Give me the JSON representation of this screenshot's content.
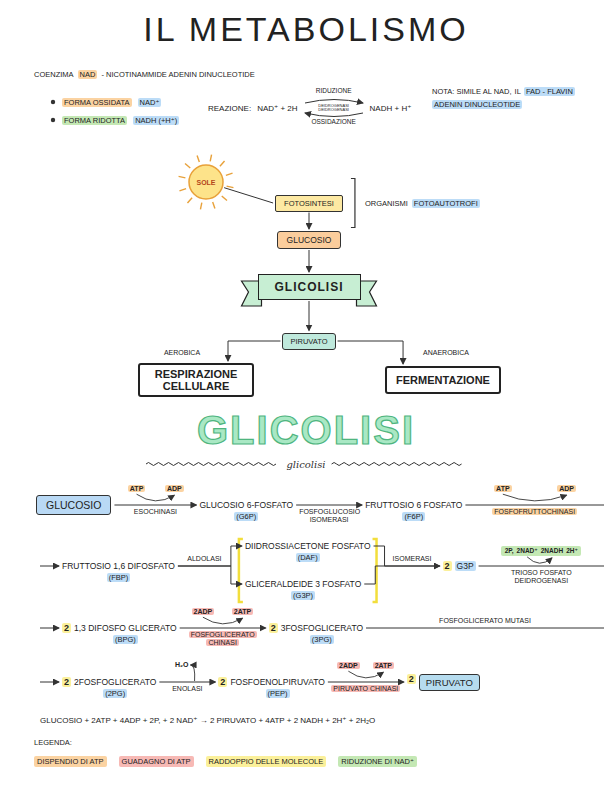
{
  "diagram": {
    "title": "IL METABOLISMO",
    "nodes": [
      {
        "text": [
          "SOLE"
        ]
      },
      {
        "text": [
          "FOTOSINTESI"
        ]
      },
      {
        "text": [
          "GLUCOSIO"
        ]
      },
      {
        "text": [
          "GLICOLISI"
        ]
      },
      {
        "text": [
          "PIRUVATO"
        ]
      },
      {
        "text": [
          "RESPIRAZIONE CELLULARE"
        ]
      },
      {
        "text": [
          "FERMENTAZIONE"
        ]
      },
      {
        "text": [
          "GLUCOSIO"
        ]
      },
      {
        "text": [
          "GLUCOSIO 6-FOSFATO",
          "(G6P)"
        ]
      },
      {
        "text": [
          "FRUTTOSIO 6 FOSFATO",
          "(F6P)"
        ]
      },
      {
        "text": [
          "FRUTTOSIO 1,6 DIFOSFATO",
          "(FBP)"
        ]
      },
      {
        "text": [
          "DIIDROSSIACETONE FOSFATO",
          "(DAF)"
        ]
      },
      {
        "text": [
          "GLICERALDEIDE 3 FOSFATO",
          "(G3P)"
        ]
      },
      {
        "text": [
          "2",
          "G3P"
        ]
      },
      {
        "text": [
          "2",
          "1,3 DIFOSFO GLICERATO",
          "(BPG)"
        ]
      },
      {
        "text": [
          "2",
          "3FOSFOGLICERATO",
          "(3PG)"
        ]
      },
      {
        "text": [
          "2",
          "2FOSFOGLICERATO",
          "(2PG)"
        ]
      },
      {
        "text": [
          "2",
          "FOSFOENOLPIRUVATO",
          "(PEP)"
        ]
      },
      {
        "text": [
          "2",
          "PIRUVATO"
        ]
      }
    ],
    "edges": [
      {
        "from": 0,
        "to": 1,
        "arrow": "none"
      },
      {
        "from": 1,
        "to": 2,
        "arrow": "to"
      },
      {
        "from": 2,
        "to": 3,
        "arrow": "to"
      },
      {
        "from": 3,
        "to": 4,
        "arrow": "to"
      },
      {
        "from": 4,
        "to": 5,
        "arrow": "to"
      },
      {
        "from": 4,
        "to": 6,
        "arrow": "to"
      },
      {
        "from": 7,
        "to": 8,
        "label": "ESOCHINASI",
        "arrow": "to"
      },
      {
        "from": 8,
        "to": 9,
        "label": "FOSFOGLUCOSIO ISOMERASI",
        "arrow": "to"
      },
      {
        "from": 9,
        "to": 10,
        "label": "FOSFOFRUTTOCHINASI",
        "arrow": "to"
      },
      {
        "from": 10,
        "to": 11,
        "label": "ALDOLASI",
        "arrow": "to"
      },
      {
        "from": 10,
        "to": 12,
        "arrow": "to"
      },
      {
        "from": 11,
        "to": 13,
        "label": "ISOMERASI",
        "arrow": "to"
      },
      {
        "from": 12,
        "to": 13,
        "arrow": "to"
      },
      {
        "from": 13,
        "to": 14,
        "label": "TRIOSO FOSFATO DEIDROGENASI",
        "arrow": "to"
      },
      {
        "from": 14,
        "to": 15,
        "label": "FOSFOGLICERATO CHINASI",
        "arrow": "to"
      },
      {
        "from": 15,
        "to": 16,
        "label": "FOSFOGLICERATO MUTASI",
        "arrow": "to"
      },
      {
        "from": 16,
        "to": 17,
        "label": "ENOLASI",
        "arrow": "to"
      },
      {
        "from": 17,
        "to": 18,
        "label": "PIRUVATO CHINASI",
        "arrow": "to"
      }
    ],
    "labels": [
      "COENZIMA",
      "NAD",
      "- NICOTINAMMIDE ADENIN DINUCLEOTIDE",
      "FORMA OSSIDATA",
      "NAD⁺",
      "FORMA RIDOTTA",
      "NADH (+H⁺)",
      "REAZIONE:",
      "NAD⁺ + 2H",
      "RIDUZIONE",
      "DEIDROGENASI",
      "DEIDROGENASI",
      "OSSIDAZIONE",
      "NADH + H⁺",
      "NOTA: SIMILE AL NAD,",
      "IL",
      "FAD - FLAVIN ADENIN DINUCLEOTIDE",
      "ORGANISMI",
      "FOTOAUTOTROFI",
      "AEROBICA",
      "ANAEROBICA",
      "GLICOLISI",
      "glicolisi",
      "ATP",
      "ADP",
      "ATP",
      "ADP",
      "2P,",
      "2NAD⁺",
      "2NADH",
      "2H⁺",
      "2ADP",
      "2ATP",
      "H₂O",
      "2ADP",
      "2ATP",
      "GLUCOSIO + 2ATP + 4ADP + 2P, + 2 NAD⁺ → 2 PIRUVATO + 4ATP + 2 NADH + 2H⁺ + 2H₂O",
      "LEGENDA:"
    ],
    "legend": [
      {
        "text": "DISPENDIO DI ATP",
        "color": "#fbd3a2"
      },
      {
        "text": "GUADAGNO DI ATP",
        "color": "#f7b9b5"
      },
      {
        "text": "RADDOPPIO DELLE MOLECOLE",
        "color": "#fbf09a"
      },
      {
        "text": "RIDUZIONE DI NAD⁺",
        "color": "#c4e8b4"
      }
    ]
  }
}
